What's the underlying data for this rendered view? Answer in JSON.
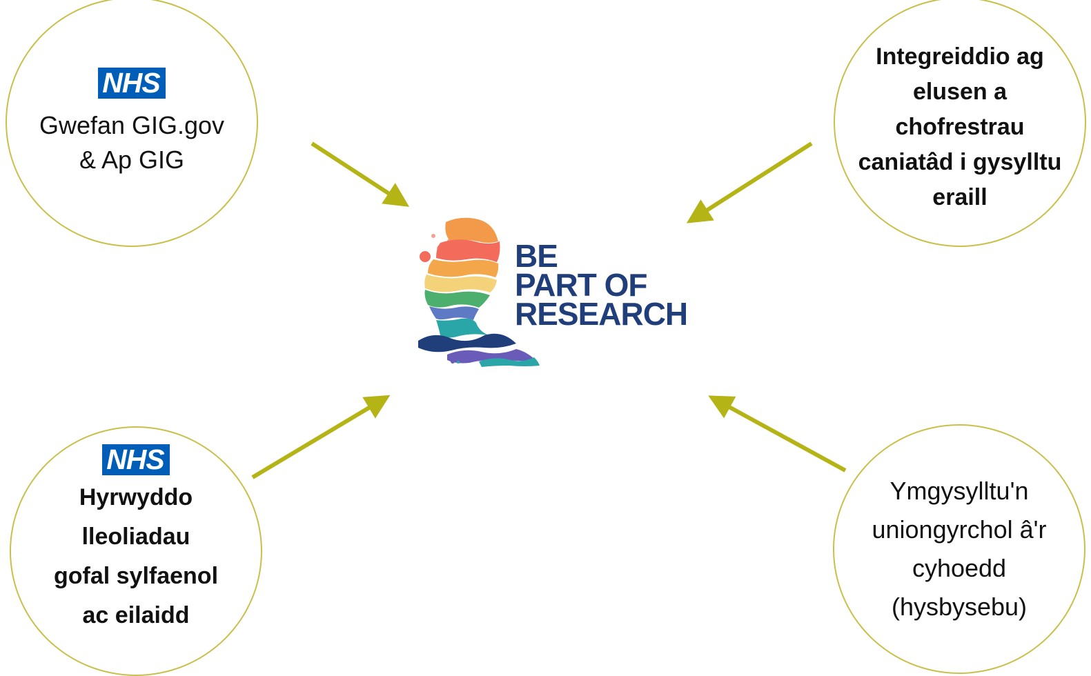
{
  "nodes": {
    "top_left": {
      "logo": "NHS",
      "text": "Gwefan GIG.gov\n& Ap GIG"
    },
    "top_right": {
      "text": "Integreiddio ag\nelusen a\nchofrestrau\ncaniatâd i gysylltu\neraill"
    },
    "bottom_left": {
      "logo": "NHS",
      "text": "Hyrwyddo\nlleoliadau\ngofal sylfaenol\nac eilaidd"
    },
    "bottom_right": {
      "text": "Ymgysylltu'n\nuniongyrchol â'r\ncyhoedd\n(hysbysebu)"
    }
  },
  "center_logo": {
    "line1": "BE",
    "line2": "PART OF",
    "line3": "RESEARCH"
  },
  "colors": {
    "circle_border": "#c8c04a",
    "arrow": "#b5b416",
    "nhs_blue": "#005eb8",
    "logo_navy": "#1f3e7a"
  }
}
